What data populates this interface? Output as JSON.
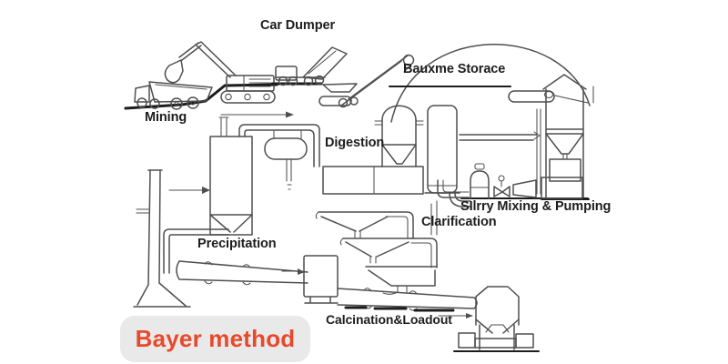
{
  "badge": {
    "label": "Bayer method",
    "text_color": "#e8492c",
    "bg_color": "#e9e9e9"
  },
  "labels": {
    "mining": "Mining",
    "car_dumper": "Car Dumper",
    "bauxite_storage": "Bauxme Storace",
    "digestion": "Digestion",
    "slurry_mixing_pumping": "SIlrry Mixing & Pumping",
    "clarification": "Clarification",
    "precipitation": "Precipitation",
    "calcination_loadout": "Calcination&Loadout"
  },
  "diagram": {
    "type": "process-flow-line-art",
    "line_color": "#4f4f4f",
    "emphasis_color": "#1c1c1c",
    "background": "#ffffff"
  }
}
